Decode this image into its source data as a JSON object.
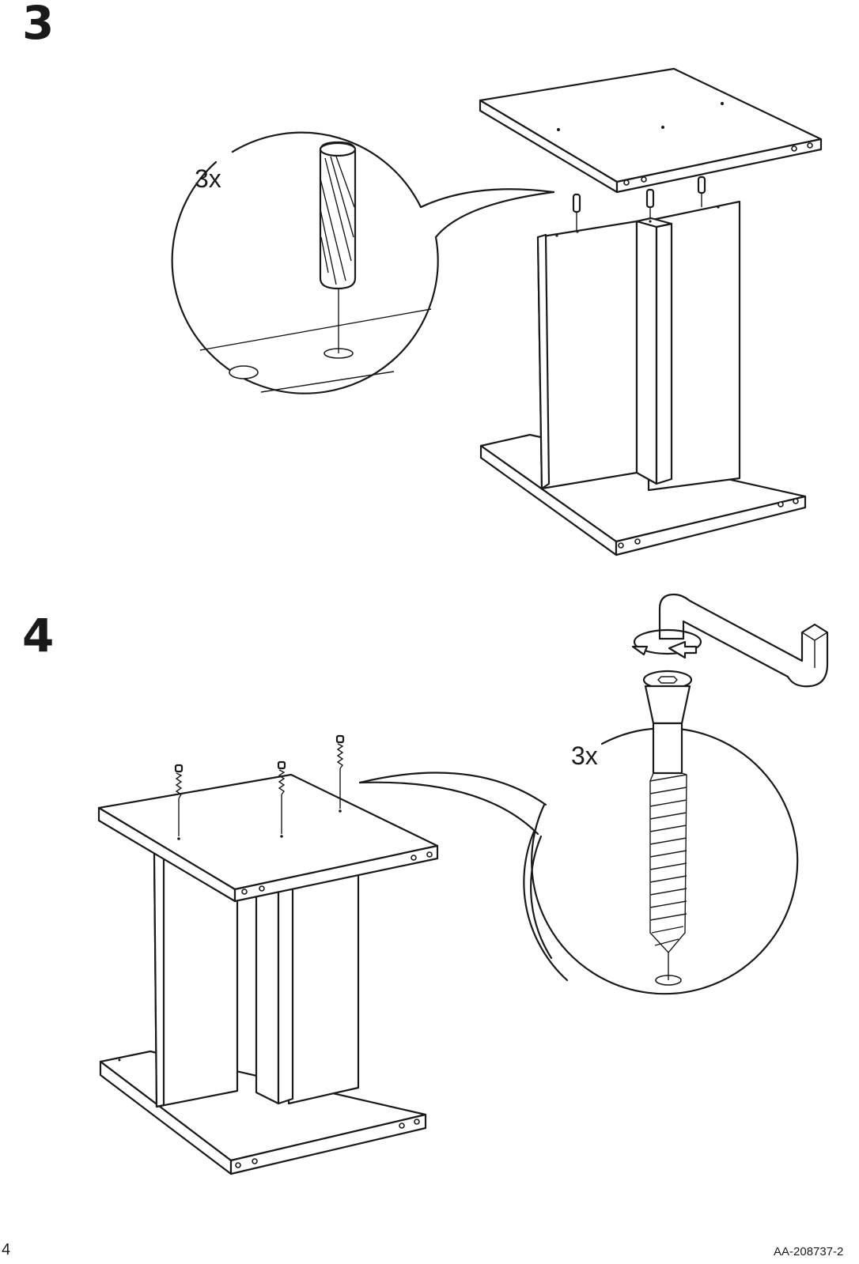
{
  "steps": [
    {
      "number": "3",
      "quantity": "3x"
    },
    {
      "number": "4",
      "quantity": "3x"
    }
  ],
  "footer": {
    "page_number": "4",
    "doc_code": "AA-208737-2"
  },
  "icons": {
    "step3_part": "wooden-dowel-icon",
    "step4_part": "screw-icon",
    "step4_tool": "allen-key-icon",
    "step4_rotation": "rotate-clockwise-icon"
  }
}
